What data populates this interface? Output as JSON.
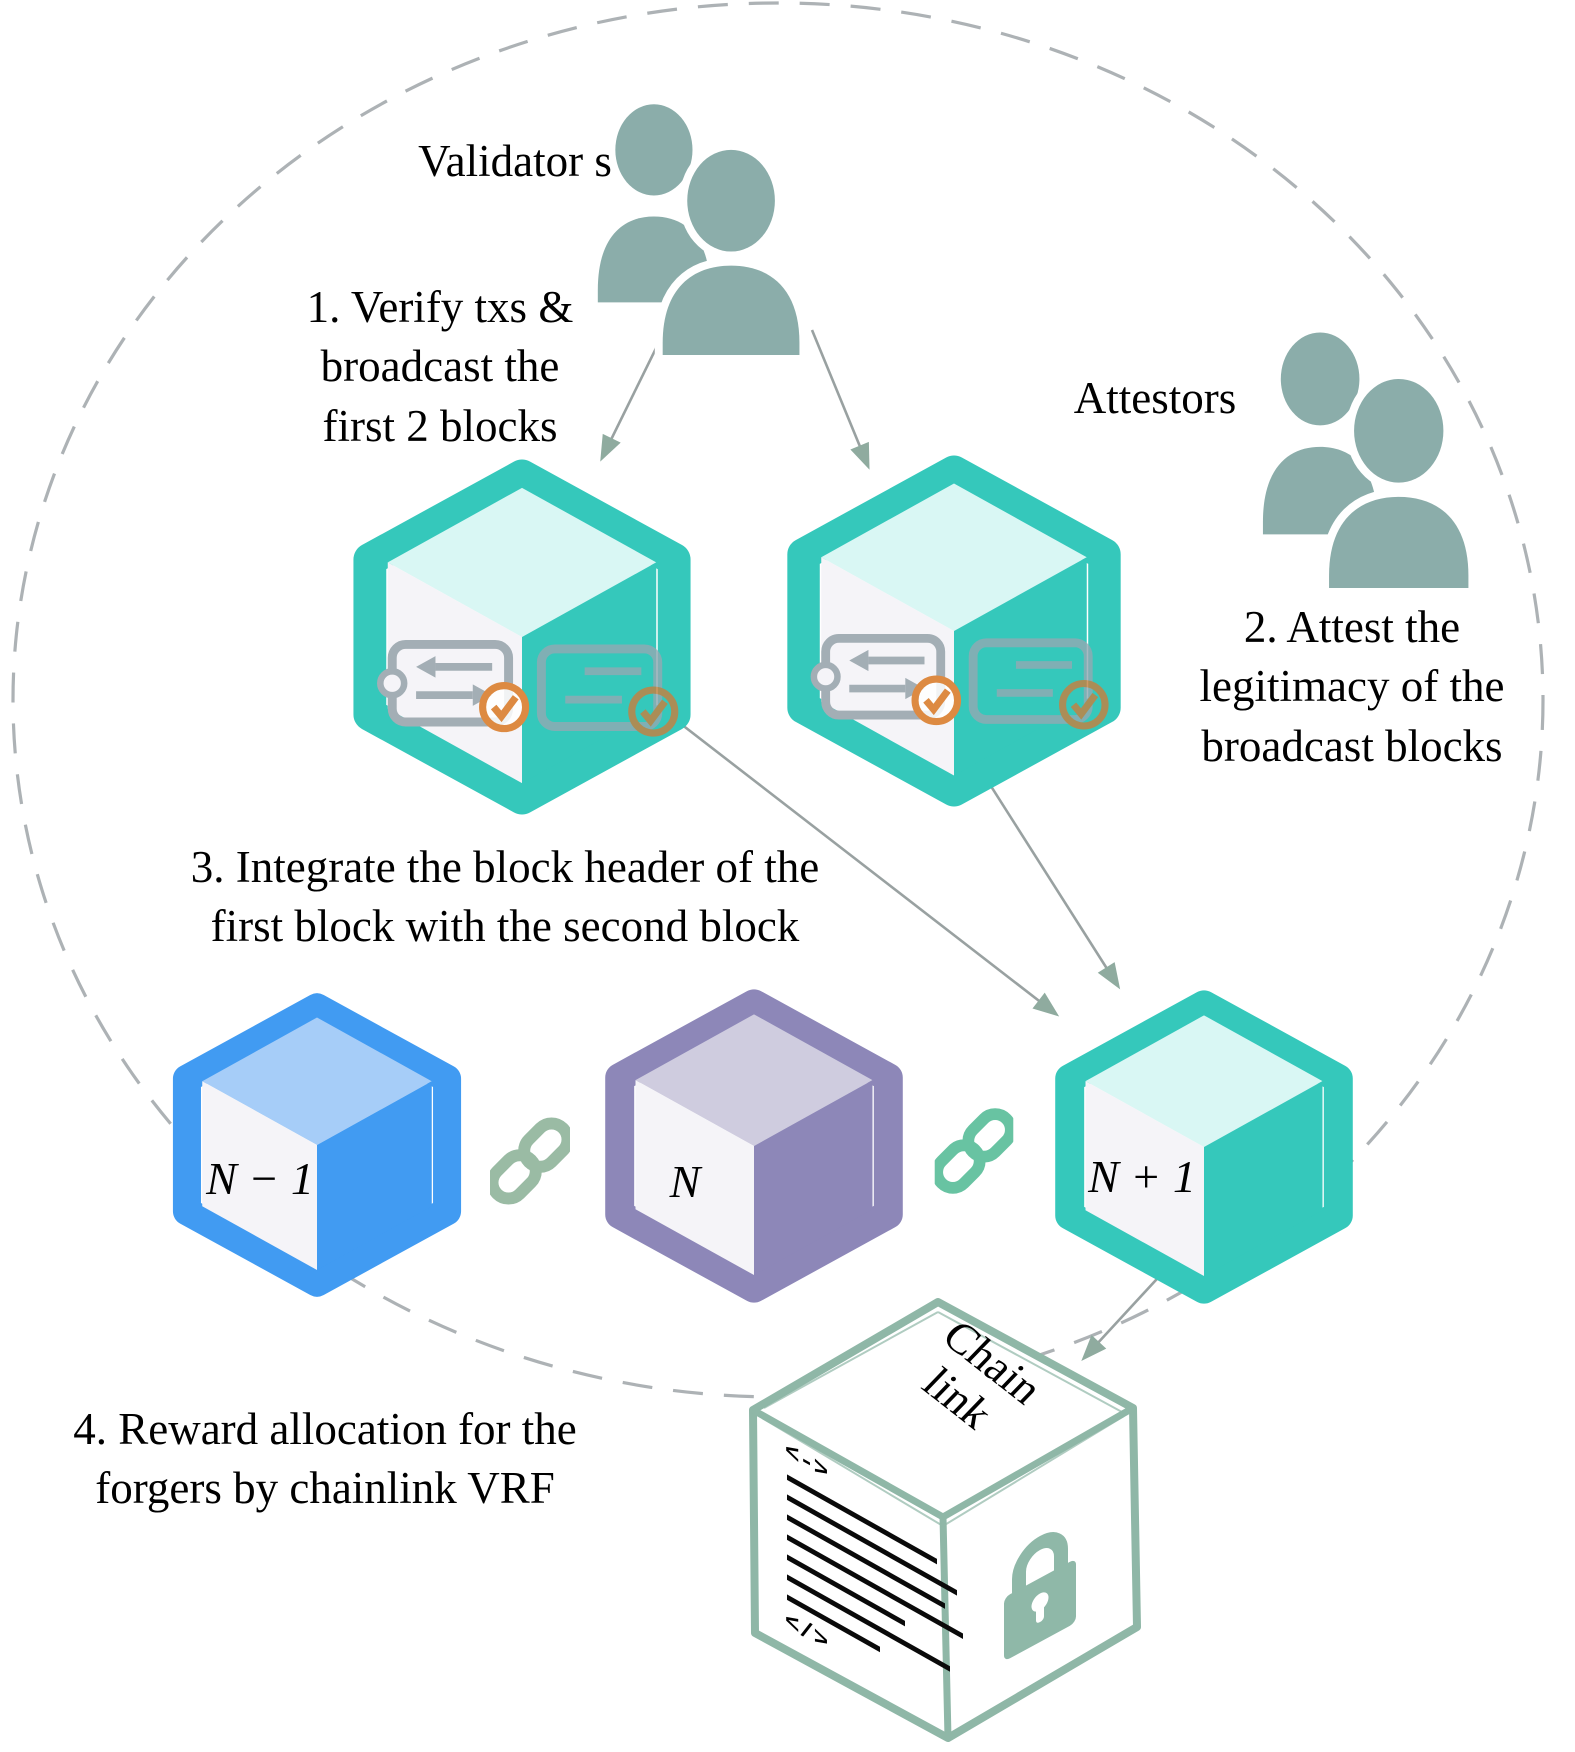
{
  "actors": {
    "validators_label": "Validator s",
    "attestors_label": "Attestors"
  },
  "steps": {
    "step1_lines": [
      "1. Verify txs &",
      "broadcast the",
      "first 2 blocks"
    ],
    "step2_lines": [
      "2. Attest the",
      "legitimacy of the",
      "broadcast blocks"
    ],
    "step3_lines": [
      "3. Integrate the block header of the",
      "first block with the second block"
    ],
    "step4_lines": [
      "4. Reward allocation for the",
      "forgers by chainlink VRF"
    ]
  },
  "blocks": {
    "previous_label": "N − 1",
    "current_label": "N",
    "next_label": "N + 1"
  },
  "chainlink_cube": {
    "label_lines": [
      "Chain",
      "link"
    ],
    "code_open": "<->",
    "code_close": "</>"
  },
  "icons": {
    "validators": "people-pair-icon",
    "attestors": "people-pair-icon",
    "transaction": "ticket-arrows-icon",
    "verified": "check-circle-icon",
    "block_connector": "chain-link-icon",
    "security": "padlock-icon",
    "smart_contract": "code-lines-icon",
    "boundary": "dashed-ellipse"
  },
  "colors": {
    "teal_block": "#35c8bb",
    "teal_block_top": "#d9f7f4",
    "blue_block": "#419bf2",
    "blue_block_top": "#a6cdf8",
    "purple_block": "#8d87b8",
    "purple_block_top": "#cfccdf",
    "block_left_face": "#f5f4f8",
    "people": "#8badaa",
    "chain_link_left": "#9abba4",
    "chain_link_right": "#68c3a2",
    "ticket_outline": "#a3aeb5",
    "check_orange": "#dd8a42",
    "chainlink_cube_edge": "#8fb7a7",
    "lock": "#8fb8a8",
    "arrow_line": "#99a1a1",
    "arrow_head": "#8fab9f",
    "dashed_boundary": "#adb2b5",
    "text": "#000000"
  }
}
